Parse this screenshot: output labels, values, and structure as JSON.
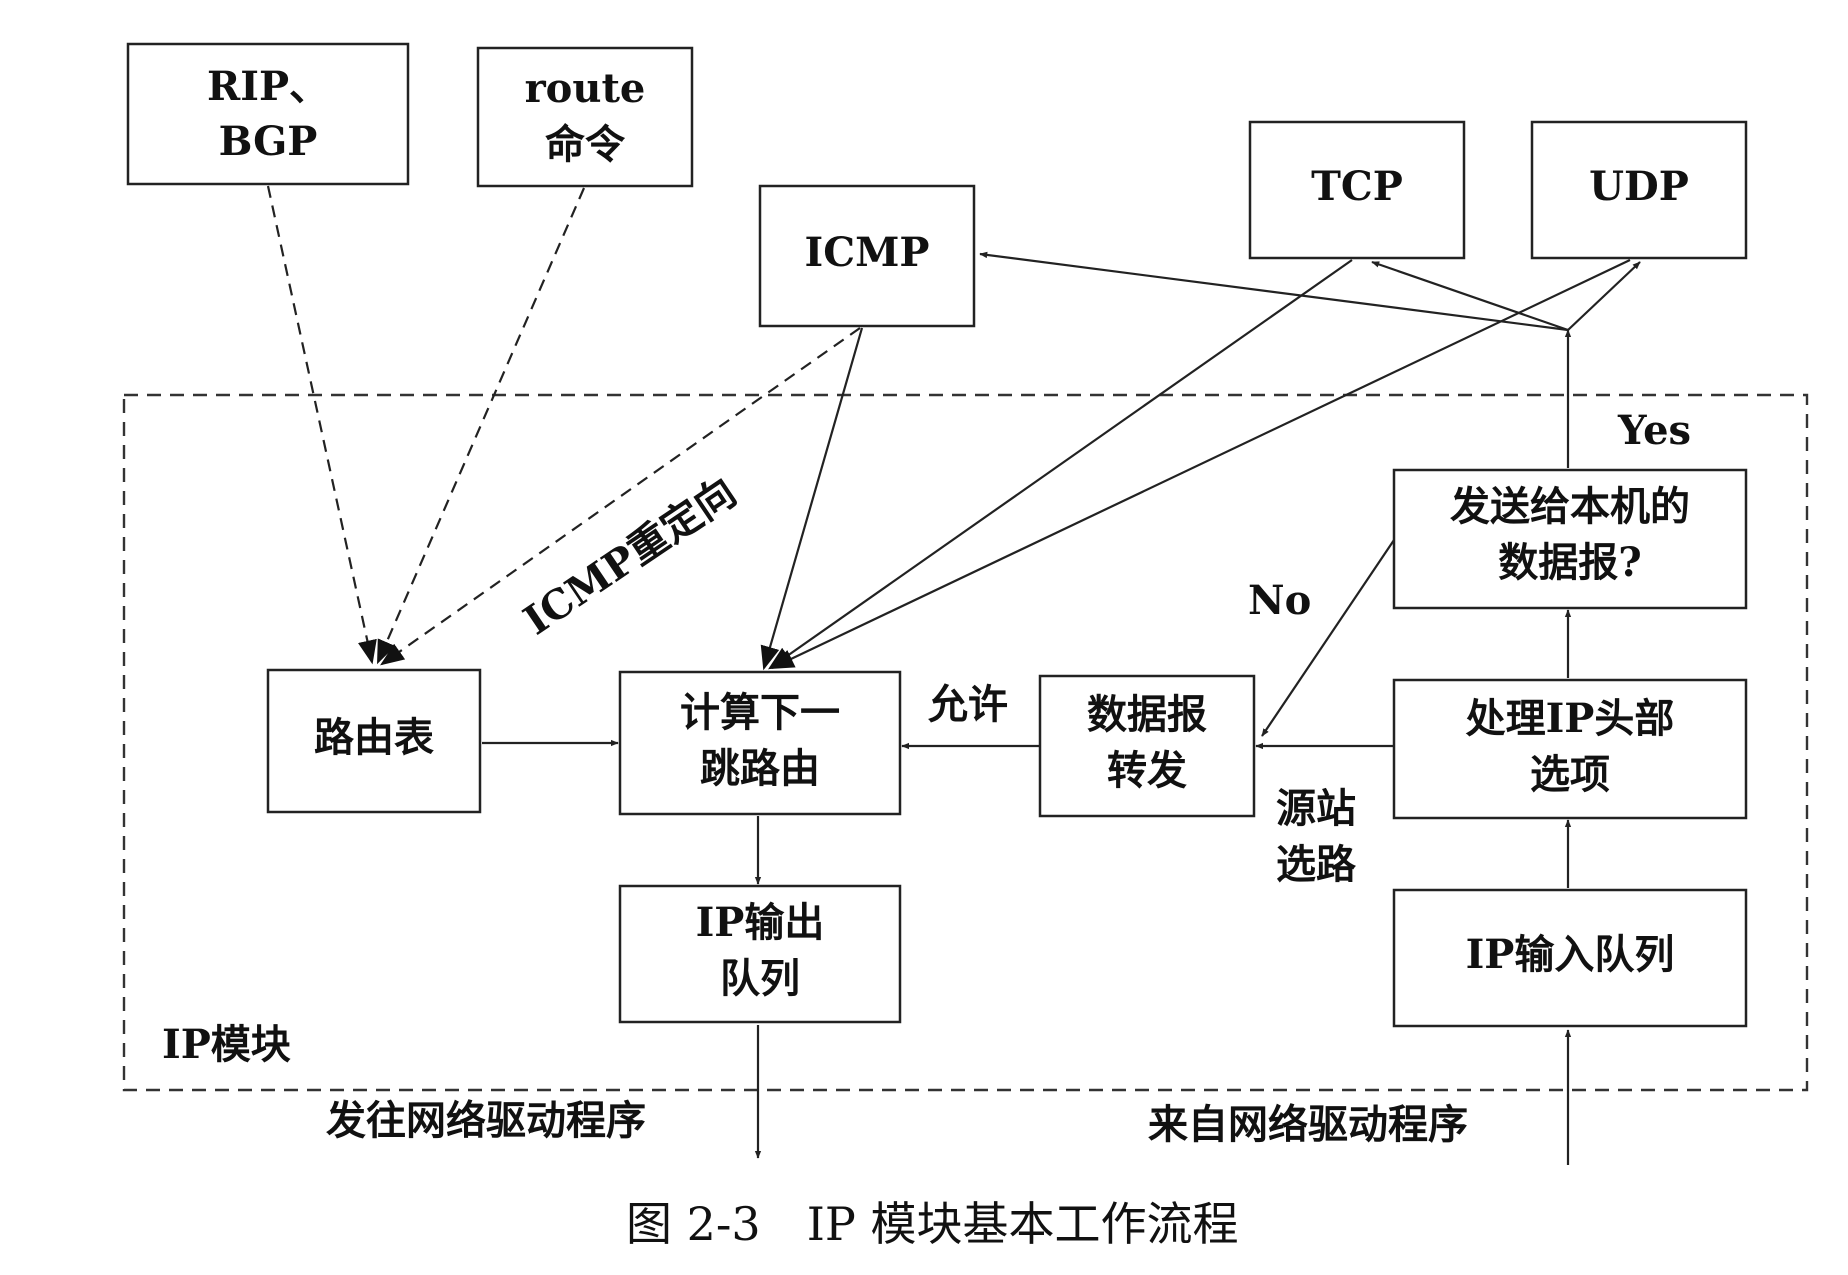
{
  "nodes": {
    "rip_bgp": {
      "lines": [
        "RIP、",
        "BGP"
      ]
    },
    "route_cmd": {
      "lines": [
        "route",
        "命令"
      ]
    },
    "icmp": {
      "lines": [
        "ICMP"
      ]
    },
    "tcp": {
      "lines": [
        "TCP"
      ]
    },
    "udp": {
      "lines": [
        "UDP"
      ]
    },
    "routing_table": {
      "lines": [
        "路由表"
      ]
    },
    "next_hop": {
      "lines": [
        "计算下一",
        "跳路由"
      ]
    },
    "forward": {
      "lines": [
        "数据报",
        "转发"
      ]
    },
    "local_check": {
      "lines": [
        "发送给本机的",
        "数据报?"
      ]
    },
    "header_options": {
      "lines": [
        "处理IP头部",
        "选项"
      ]
    },
    "output_queue": {
      "lines": [
        "IP输出",
        "队列"
      ]
    },
    "input_queue": {
      "lines": [
        "IP输入队列"
      ]
    }
  },
  "edge_labels": {
    "icmp_redirect": "ICMP重定向",
    "allow": "允许",
    "no": "No",
    "yes": "Yes",
    "source_routing": [
      "源站",
      "选路"
    ]
  },
  "region_label": "IP模块",
  "io_labels": {
    "to_driver": "发往网络驱动程序",
    "from_driver": "来自网络驱动程序"
  },
  "caption": "图 2-3　IP 模块基本工作流程"
}
